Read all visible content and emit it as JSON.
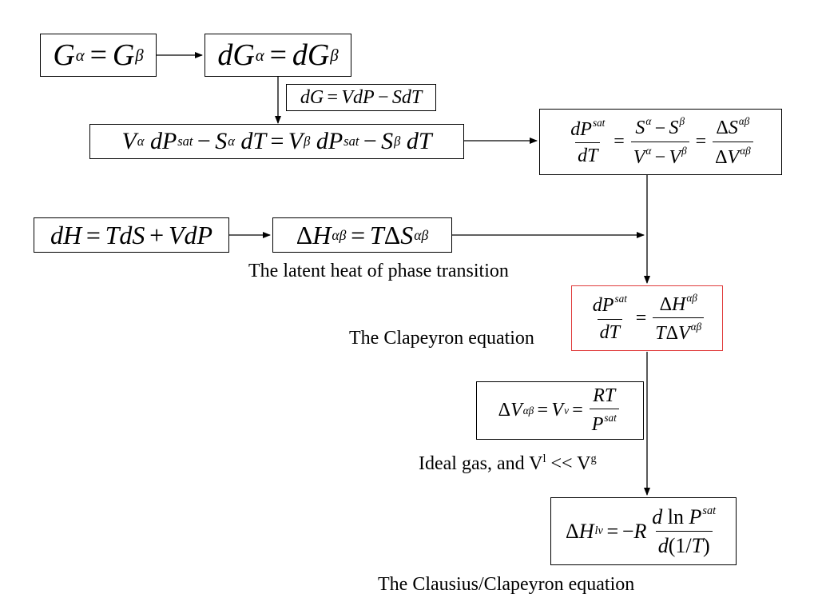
{
  "equations": {
    "gibbs_equal": "Gα = Gβ",
    "dgibbs_equal": "dGα = dGβ",
    "fundamental_g": "dG = VdP − SdT",
    "combined": "Vα dPsat − Sα dT = Vβ dPsat − Sβ dT",
    "slope_ratio": "dPsat/dT = (Sα − Sβ)/(Vα − Vβ) = ΔSαβ/ΔVαβ",
    "enthalpy_diff": "dH = TdS + VdP",
    "latent_heat": "ΔHαβ = TΔSαβ",
    "clapeyron": "dPsat/dT = ΔHαβ/(TΔVαβ)",
    "ideal_gas_volume": "ΔVαβ = Vv = RT/Psat",
    "clausius_clapeyron": "ΔHlv = −R d ln Psat / d(1/T)"
  },
  "captions": {
    "latent_heat": "The latent heat of phase transition",
    "clapeyron": "The Clapeyron equation",
    "ideal_gas_prefix": "Ideal gas, and V",
    "ideal_gas_sup1": "l",
    "ideal_gas_mid": " << V",
    "ideal_gas_sup2": "g",
    "clausius": "The Clausius/Clapeyron equation"
  },
  "colors": {
    "highlight_border": "#e03c3c",
    "line": "#000000"
  }
}
